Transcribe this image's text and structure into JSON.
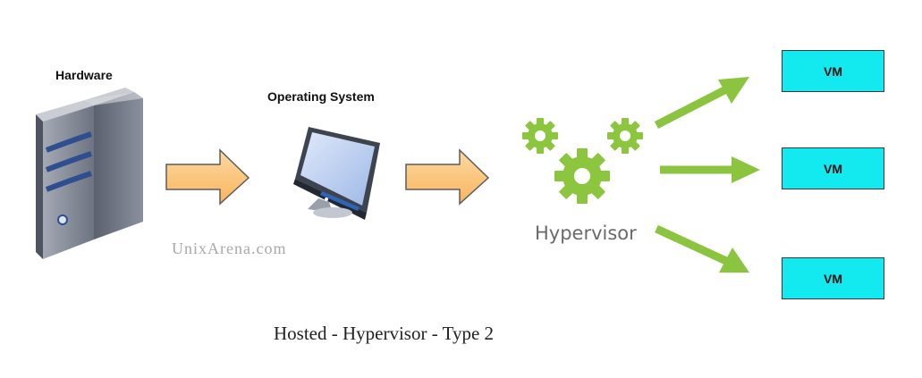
{
  "labels": {
    "hardware": "Hardware",
    "operating_system": "Operating System",
    "hypervisor": "Hypervisor",
    "watermark": "UnixArena.com",
    "caption": "Hosted - Hypervisor - Type 2"
  },
  "vms": [
    "VM",
    "VM",
    "VM"
  ],
  "colors": {
    "block_arrow_fill": "#fcc777",
    "block_arrow_stroke": "#5c5c5c",
    "green_arrow": "#8bc540",
    "gear": "#8cc63f",
    "vm_fill": "#13eaf0",
    "server_body": "#6e7483",
    "monitor_screen": "#b9cdf0"
  },
  "icons": [
    "server-icon",
    "monitor-icon",
    "gear-icon"
  ]
}
